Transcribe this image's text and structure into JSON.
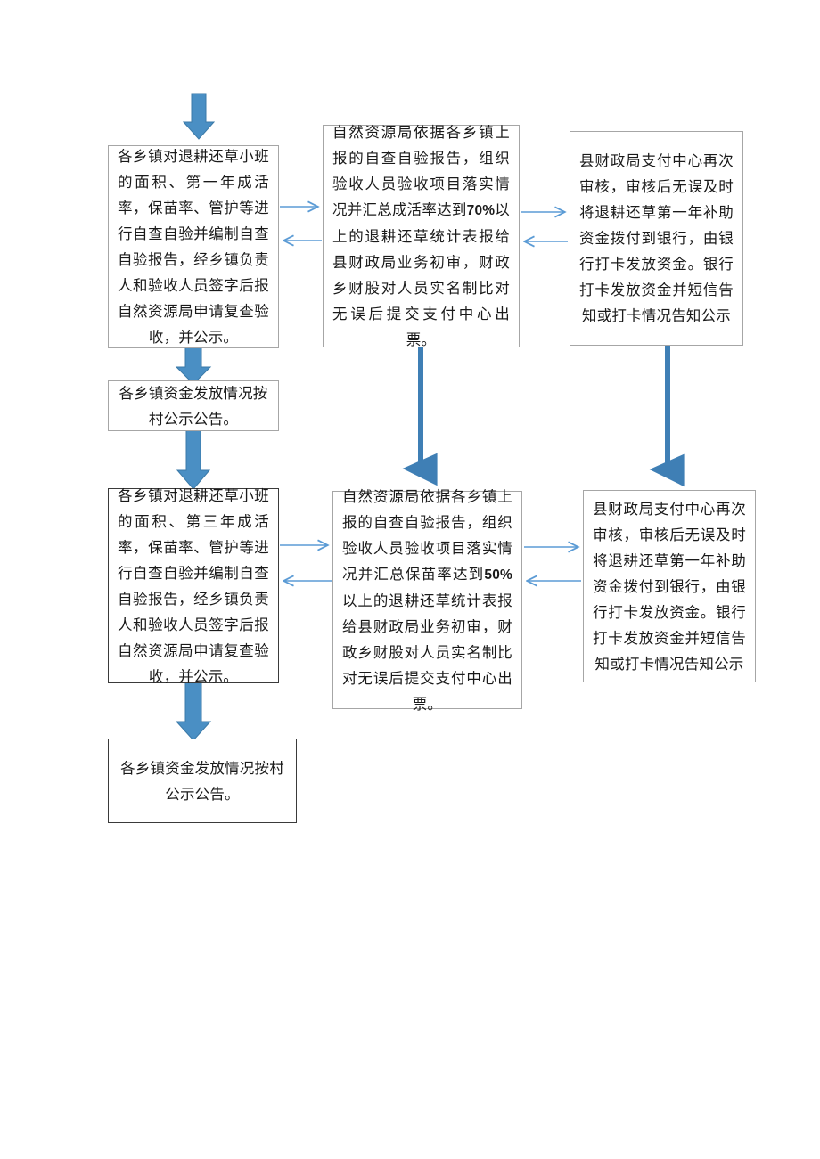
{
  "diagram": {
    "title_absent": true,
    "colors": {
      "block_arrow_fill": "#4a8fc4",
      "block_arrow_stroke": "#3b7aa8",
      "thin_arrow": "#5b9bd5",
      "box_border_light": "#a6a6a6",
      "box_border_dark": "#3a3a3a",
      "text": "#1a1a1a",
      "background": "#ffffff"
    },
    "boxes": {
      "villages_year1": {
        "id": "box-villages-y1",
        "text": "各乡镇对退耕还草小班的面积、第一年成活率，保苗率、管护等进行自查自验并编制自查自验报告，经乡镇负责人和验收人员签字后报自然资源局申请复查验收，并公示。"
      },
      "resources_year1": {
        "id": "box-resources-y1",
        "text_part1": "自然资源局依据各乡镇上报的自查自验报告，组织验收人员验收项目落实情况并汇总成活率达到",
        "highlight": "70%",
        "text_part2": "以上的退耕还草统计表报给县财政局业务初审，财政乡财股对人员实名制比对无误后提交支付中心出票。"
      },
      "finance_year1": {
        "id": "box-finance-y1",
        "text": "县财政局支付中心再次审核，审核后无误及时将退耕还草第一年补助资金拨付到银行，由银行打卡发放资金。银行打卡发放资金并短信告知或打卡情况告知公示"
      },
      "publicity_year1": {
        "id": "box-publicity-y1",
        "text": "各乡镇资金发放情况按村公示公告。"
      },
      "villages_year3": {
        "id": "box-villages-y3",
        "text": "各乡镇对退耕还草小班的面积、第三年成活率，保苗率、管护等进行自查自验并编制自查自验报告，经乡镇负责人和验收人员签字后报自然资源局申请复查验收，并公示。"
      },
      "resources_year3": {
        "id": "box-resources-y3",
        "text_part1": "自然资源局依据各乡镇上报的自查自验报告，组织验收人员验收项目落实情况并汇总保苗率达到",
        "highlight": "50%",
        "text_part2": "以上的退耕还草统计表报给县财政局业务初审，财政乡财股对人员实名制比对无误后提交支付中心出票。"
      },
      "finance_year3": {
        "id": "box-finance-y3",
        "text": "县财政局支付中心再次审核，审核后无误及时将退耕还草第一年补助资金拨付到银行，由银行打卡发放资金。银行打卡发放资金并短信告知或打卡情况告知公示"
      },
      "publicity_year3": {
        "id": "box-publicity-y3",
        "text": "各乡镇资金发放情况按村公示公告。"
      }
    },
    "connectors": [
      {
        "name": "entry-block-arrow-down",
        "kind": "block-arrow",
        "direction": "down"
      },
      {
        "name": "villages-y1-to-resources-y1",
        "kind": "thin-arrow",
        "direction": "right"
      },
      {
        "name": "resources-y1-to-villages-y1",
        "kind": "thin-arrow",
        "direction": "left"
      },
      {
        "name": "resources-y1-to-finance-y1",
        "kind": "thin-arrow",
        "direction": "right"
      },
      {
        "name": "finance-y1-to-resources-y1",
        "kind": "thin-arrow",
        "direction": "left"
      },
      {
        "name": "villages-y1-to-publicity-y1",
        "kind": "block-arrow",
        "direction": "down"
      },
      {
        "name": "publicity-y1-to-villages-y3",
        "kind": "block-arrow",
        "direction": "down"
      },
      {
        "name": "resources-y1-to-resources-y3",
        "kind": "line-arrow",
        "direction": "down"
      },
      {
        "name": "finance-y1-to-finance-y3",
        "kind": "line-arrow",
        "direction": "down"
      },
      {
        "name": "villages-y3-to-resources-y3",
        "kind": "thin-arrow",
        "direction": "right"
      },
      {
        "name": "resources-y3-to-villages-y3",
        "kind": "thin-arrow",
        "direction": "left"
      },
      {
        "name": "resources-y3-to-finance-y3",
        "kind": "thin-arrow",
        "direction": "right"
      },
      {
        "name": "finance-y3-to-resources-y3",
        "kind": "thin-arrow",
        "direction": "left"
      },
      {
        "name": "villages-y3-to-publicity-y3",
        "kind": "block-arrow",
        "direction": "down"
      }
    ]
  }
}
